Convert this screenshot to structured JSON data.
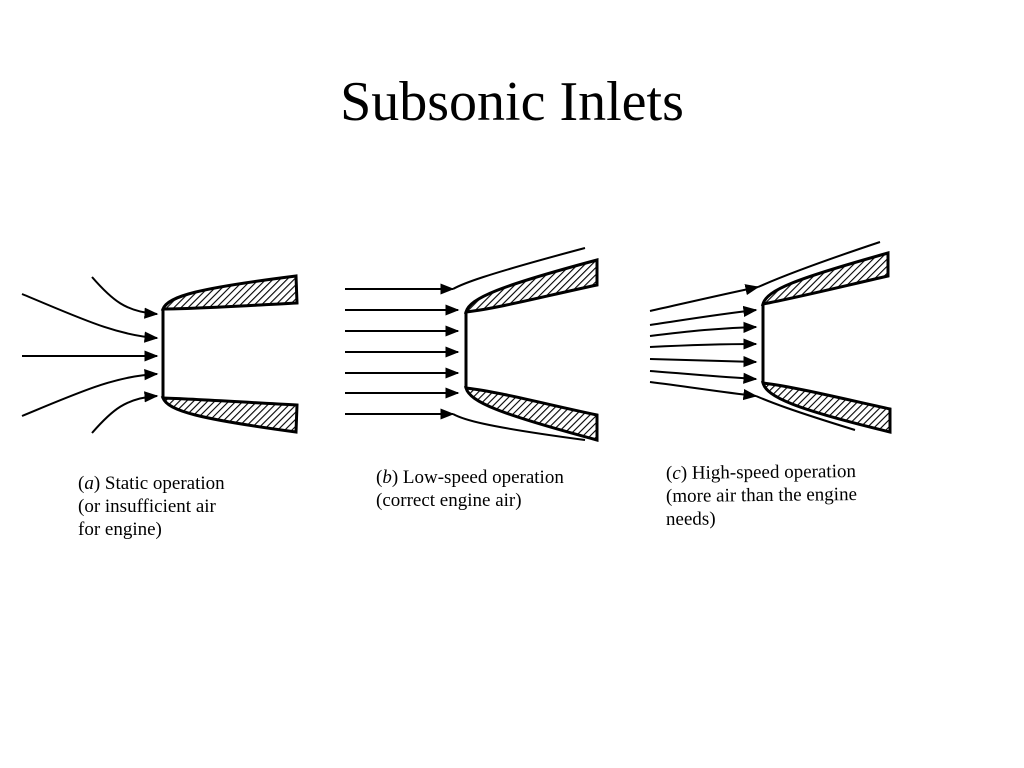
{
  "slide": {
    "title": "Subsonic Inlets"
  },
  "panels": [
    {
      "letter": "a",
      "caption": [
        "Static operation",
        "(or insufficient air",
        "for engine)"
      ]
    },
    {
      "letter": "b",
      "caption": [
        "Low-speed operation",
        "(correct engine air)"
      ]
    },
    {
      "letter": "c",
      "caption": [
        "High-speed operation",
        "(more air than the engine",
        "needs)"
      ]
    }
  ]
}
